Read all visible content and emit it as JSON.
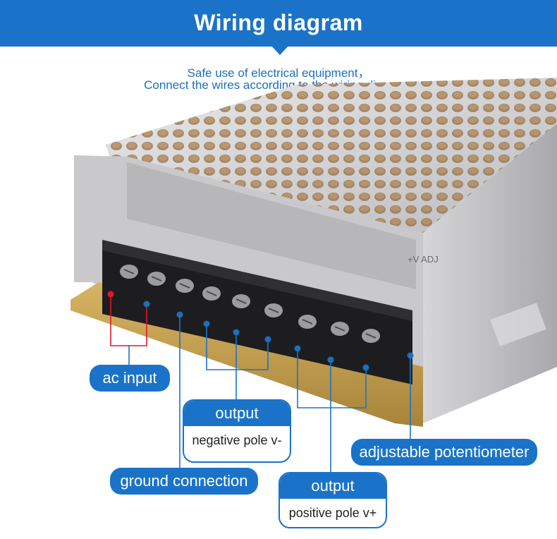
{
  "banner": {
    "title": "Wiring diagram",
    "color": "#1a73c8"
  },
  "subtitle": {
    "line1": "Safe use of electrical equipment，",
    "line2": "Connect the wires according to the wiring diagram."
  },
  "device": {
    "panel_text": "+V ADJ"
  },
  "labels": {
    "ac_input": "ac input",
    "output_negative_head": "output",
    "output_negative_body": "negative pole v-",
    "adjustable": "adjustable potentiometer",
    "ground": "ground connection",
    "output_positive_head": "output",
    "output_positive_body": "positive pole v+"
  },
  "colors": {
    "accent": "#1a73c8",
    "ac_dot": "#e0182a",
    "connector_dot": "#1a6fc0"
  }
}
